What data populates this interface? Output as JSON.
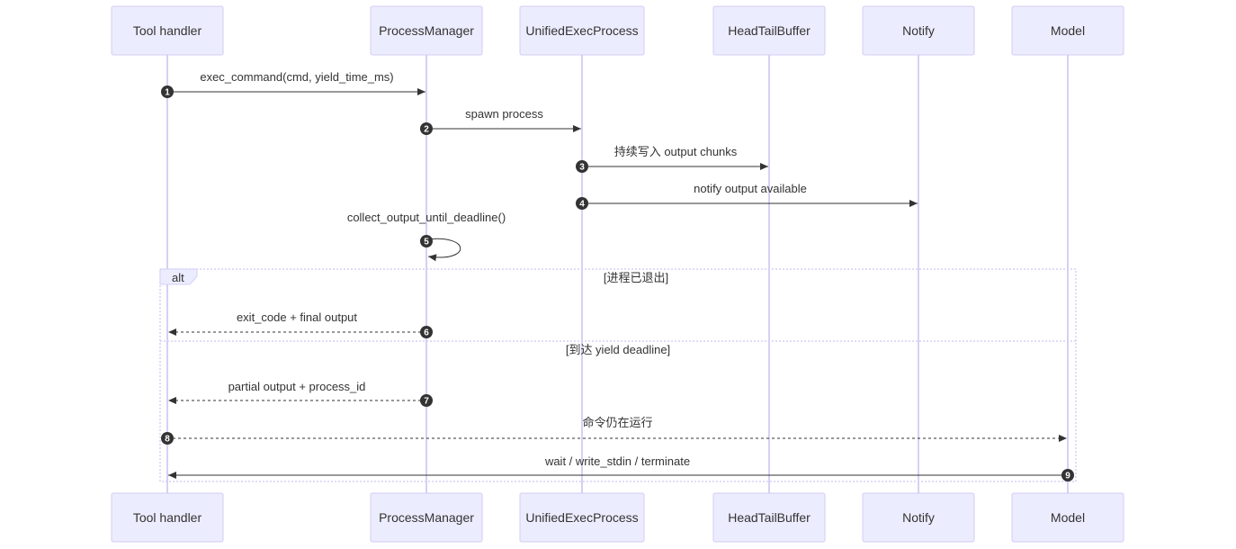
{
  "actors": [
    {
      "id": "toolhandler",
      "label": "Tool handler"
    },
    {
      "id": "processmanager",
      "label": "ProcessManager"
    },
    {
      "id": "unifiedexecprocess",
      "label": "UnifiedExecProcess"
    },
    {
      "id": "headtailbuffer",
      "label": "HeadTailBuffer"
    },
    {
      "id": "notify",
      "label": "Notify"
    },
    {
      "id": "model",
      "label": "Model"
    }
  ],
  "messages": [
    {
      "num": "1",
      "from": "toolhandler",
      "to": "processmanager",
      "label": "exec_command(cmd, yield_time_ms)",
      "style": "solid"
    },
    {
      "num": "2",
      "from": "processmanager",
      "to": "unifiedexecprocess",
      "label": "spawn process",
      "style": "solid"
    },
    {
      "num": "3",
      "from": "unifiedexecprocess",
      "to": "headtailbuffer",
      "label": "持续写入 output chunks",
      "style": "solid"
    },
    {
      "num": "4",
      "from": "unifiedexecprocess",
      "to": "notify",
      "label": "notify output available",
      "style": "solid"
    },
    {
      "num": "5",
      "from": "processmanager",
      "to": "processmanager",
      "label": "collect_output_until_deadline()",
      "style": "solid"
    },
    {
      "num": "6",
      "from": "processmanager",
      "to": "toolhandler",
      "label": "exit_code + final output",
      "style": "dashed"
    },
    {
      "num": "7",
      "from": "processmanager",
      "to": "toolhandler",
      "label": "partial output + process_id",
      "style": "dashed"
    },
    {
      "num": "8",
      "from": "toolhandler",
      "to": "model",
      "label": "命令仍在运行",
      "style": "dashed"
    },
    {
      "num": "9",
      "from": "model",
      "to": "toolhandler",
      "label": "wait / write_stdin / terminate",
      "style": "solid"
    }
  ],
  "alt_frame": {
    "label": "alt",
    "condition_1": "[进程已退出]",
    "condition_2": "[到达 yield deadline]"
  },
  "colors": {
    "actor_fill": "#ececff",
    "actor_border": "#d3ccf2",
    "lifeline": "#d6d0f4",
    "line": "#333333",
    "badge": "#333333"
  }
}
